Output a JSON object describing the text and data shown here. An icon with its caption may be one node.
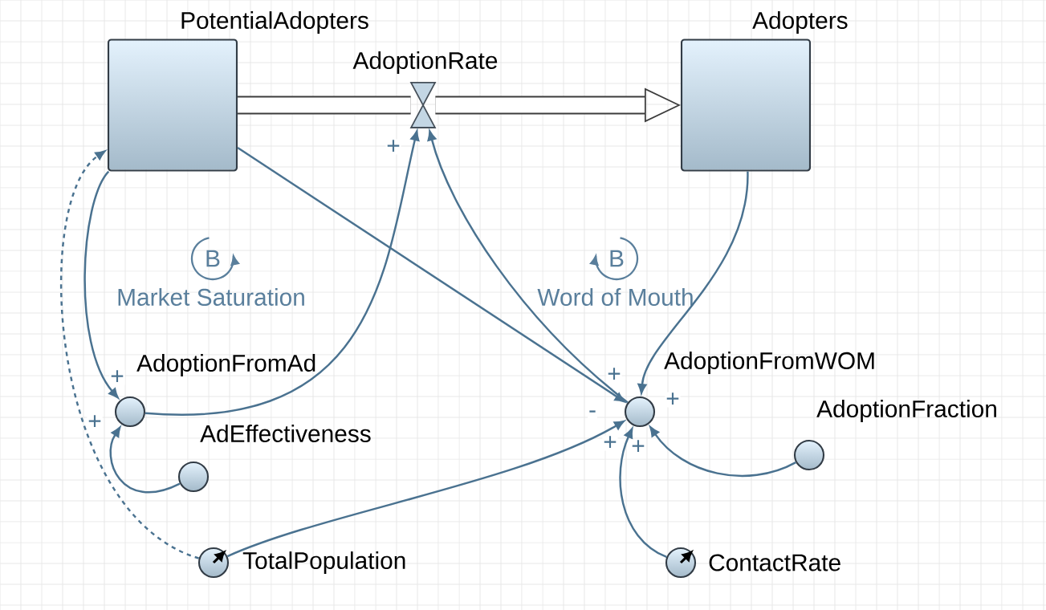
{
  "diagram": {
    "nodes": [
      {
        "text": [
          "PotentialAdopters"
        ]
      },
      {
        "text": [
          "AdoptionRate"
        ]
      },
      {
        "text": [
          "Adopters"
        ]
      },
      {
        "text": [
          "AdoptionFromAd"
        ]
      },
      {
        "text": [
          "AdEffectiveness"
        ]
      },
      {
        "text": [
          "TotalPopulation"
        ]
      },
      {
        "text": [
          "AdoptionFromWOM"
        ]
      },
      {
        "text": [
          "AdoptionFraction"
        ]
      },
      {
        "text": [
          "ContactRate"
        ]
      }
    ],
    "edges": [
      {
        "from": 0,
        "to": 1,
        "arrow": "none",
        "style": "thick"
      },
      {
        "from": 1,
        "to": 2,
        "arrow": "to",
        "style": "thick"
      },
      {
        "from": 0,
        "to": 3,
        "arrow": "to",
        "label": "+"
      },
      {
        "from": 5,
        "to": 0,
        "arrow": "to",
        "style": "dashed"
      },
      {
        "from": 3,
        "to": 1,
        "arrow": "to",
        "label": "+"
      },
      {
        "from": 6,
        "to": 1,
        "arrow": "to"
      },
      {
        "from": 0,
        "to": 6,
        "arrow": "to",
        "label": "+"
      },
      {
        "from": 2,
        "to": 6,
        "arrow": "to",
        "label": "+"
      },
      {
        "from": 4,
        "to": 3,
        "arrow": "to",
        "label": "+"
      },
      {
        "from": 5,
        "to": 6,
        "arrow": "to",
        "label": "-"
      },
      {
        "from": 8,
        "to": 6,
        "arrow": "to",
        "label": "+"
      },
      {
        "from": 7,
        "to": 6,
        "arrow": "to",
        "label": "+"
      }
    ],
    "labels": [
      "B",
      "Market Saturation",
      "B",
      "Word of Mouth"
    ]
  }
}
